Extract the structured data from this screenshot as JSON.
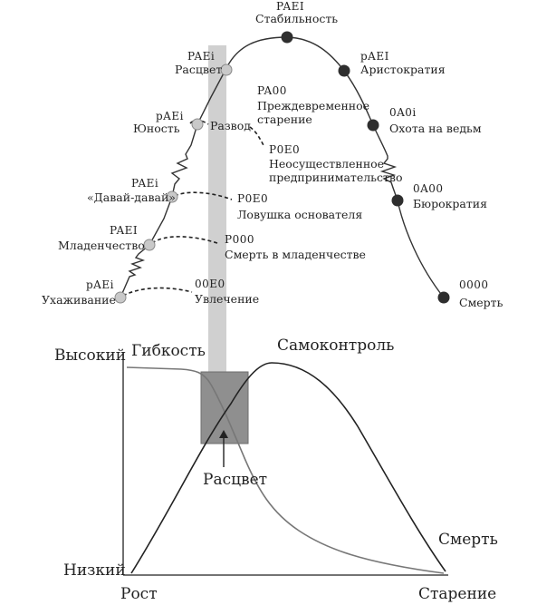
{
  "colors": {
    "ink": "#222222",
    "ascent_node": "#c9c9c9",
    "descent_node": "#2e2e2e",
    "flexibility_curve": "#777777",
    "prime_bar": "#d0d0d0",
    "prime_box": "#8f8f8f"
  },
  "lifecycle": {
    "stages": [
      {
        "code": "pAEi",
        "label": "Ухаживание"
      },
      {
        "code": "PAEI",
        "label": "Младенчество"
      },
      {
        "code": "PAEi",
        "label": "«Давай-давай»"
      },
      {
        "code": "pAEi",
        "label": "Юность"
      },
      {
        "code": "PAEi",
        "label": "Расцвет"
      },
      {
        "code": "PAEI",
        "label": "Стабильность"
      },
      {
        "code": "pAEI",
        "label": "Аристократия"
      },
      {
        "code": "0A0i",
        "label": "Охота на ведьм"
      },
      {
        "code": "0A00",
        "label": "Бюрократия"
      },
      {
        "code": "0000",
        "label": "Смерть"
      }
    ],
    "traps": [
      {
        "code": "00E0",
        "label": "Увлечение"
      },
      {
        "code": "P000",
        "label": "Смерть в младенчестве"
      },
      {
        "code": "P0E0",
        "label": "Ловушка основателя"
      },
      {
        "code": "",
        "label": "Развод"
      },
      {
        "code": "PA00",
        "label": "Преждевременное старение"
      },
      {
        "code": "P0E0",
        "label": "Неосуществленное предпринимательство"
      }
    ]
  },
  "axes": {
    "y_high": "Высокий",
    "y_low": "Низкий",
    "x_start": "Рост",
    "x_end": "Старение"
  },
  "curves": {
    "flexibility": "Гибкость",
    "control": "Самоконтроль",
    "death": "Смерть"
  },
  "prime": {
    "label": "Расцвет"
  }
}
